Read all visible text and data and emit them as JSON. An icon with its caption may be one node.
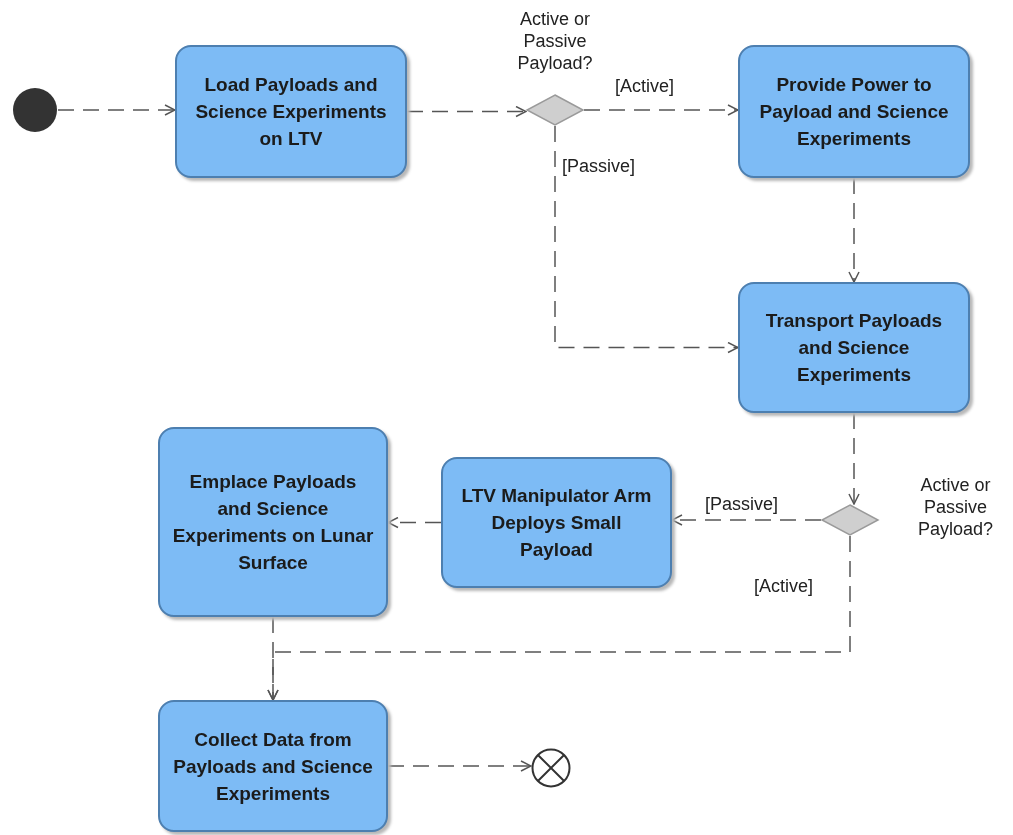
{
  "diagram": {
    "nodes": [
      {
        "text": [],
        "shape": "circle"
      },
      {
        "text": [
          "Load Payloads and Science Experiments on LTV"
        ]
      },
      {
        "text": [],
        "shape": "diamond",
        "beside": [
          "Active or Passive Payload?"
        ]
      },
      {
        "text": [
          "Provide Power to Payload and Science Experiments"
        ]
      },
      {
        "text": [
          "Transport Payloads and Science Experiments"
        ]
      },
      {
        "text": [],
        "shape": "diamond",
        "beside": [
          "Active or Passive Payload?"
        ]
      },
      {
        "text": [
          "LTV Manipulator Arm Deploys Small Payload"
        ]
      },
      {
        "text": [
          "Emplace Payloads and Science Experiments on Lunar Surface"
        ]
      },
      {
        "text": [
          "Collect Data from Payloads and Science Experiments"
        ]
      },
      {
        "text": [],
        "shape": "circle"
      }
    ],
    "edges": [
      {
        "from": 0,
        "to": 1,
        "arrow": "to",
        "style": "dashed"
      },
      {
        "from": 1,
        "to": 2,
        "arrow": "to",
        "style": "dashed"
      },
      {
        "from": 2,
        "to": 3,
        "arrow": "to",
        "style": "dashed",
        "label": "[Active]"
      },
      {
        "from": 2,
        "to": 4,
        "arrow": "to",
        "style": "dashed",
        "label": "[Passive]"
      },
      {
        "from": 3,
        "to": 4,
        "arrow": "to",
        "style": "dashed"
      },
      {
        "from": 4,
        "to": 5,
        "arrow": "to",
        "style": "dashed"
      },
      {
        "from": 5,
        "to": 6,
        "arrow": "to",
        "style": "dashed",
        "label": "[Passive]"
      },
      {
        "from": 6,
        "to": 7,
        "arrow": "to",
        "style": "dashed"
      },
      {
        "from": 5,
        "to": 8,
        "arrow": "to",
        "style": "dashed",
        "label": "[Active]"
      },
      {
        "from": 7,
        "to": 8,
        "arrow": "to",
        "style": "dashed"
      },
      {
        "from": 8,
        "to": 9,
        "arrow": "to",
        "style": "dashed"
      }
    ]
  }
}
